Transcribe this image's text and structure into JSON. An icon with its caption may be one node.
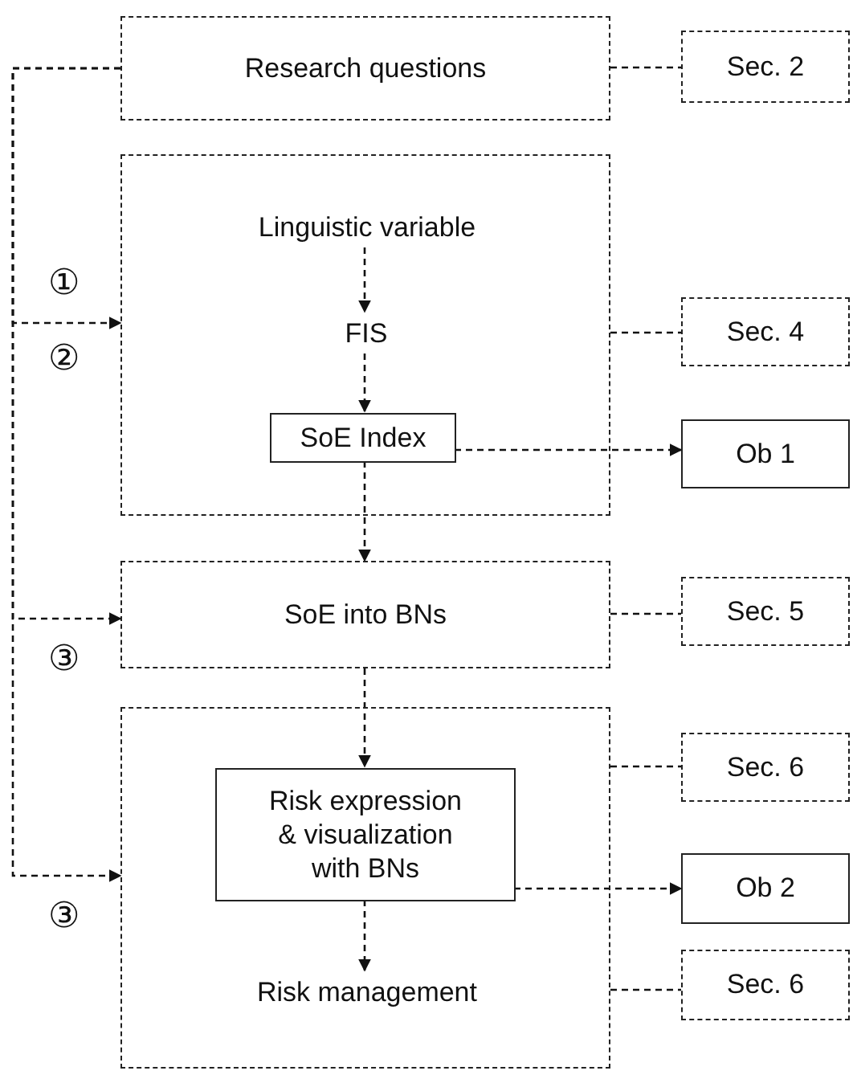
{
  "diagram": {
    "nodes": [
      {
        "text": [
          "Research questions"
        ]
      },
      {
        "text": [],
        "shape": "box"
      },
      {
        "text": [
          "Linguistic variable"
        ],
        "in": 1
      },
      {
        "text": [
          "FIS"
        ],
        "in": 1
      },
      {
        "text": [
          "SoE Index"
        ],
        "in": 1
      },
      {
        "text": [
          "SoE into BNs"
        ]
      },
      {
        "text": [],
        "shape": "box"
      },
      {
        "text": [
          "Risk expression & visualization with BNs"
        ],
        "in": 6
      },
      {
        "text": [
          "Risk management"
        ],
        "in": 6
      },
      {
        "text": [
          "Sec. 2"
        ]
      },
      {
        "text": [
          "Sec. 4"
        ]
      },
      {
        "text": [
          "Ob 1"
        ]
      },
      {
        "text": [
          "Sec. 5"
        ]
      },
      {
        "text": [
          "Sec. 6"
        ]
      },
      {
        "text": [
          "Ob 2"
        ]
      },
      {
        "text": [
          "Sec. 6"
        ]
      }
    ],
    "edges": [
      {
        "from": 0,
        "to": 1,
        "arrow": "to",
        "style": "dashed"
      },
      {
        "from": 0,
        "to": 5,
        "arrow": "to",
        "style": "dashed"
      },
      {
        "from": 0,
        "to": 6,
        "arrow": "to",
        "style": "dashed"
      },
      {
        "from": 2,
        "to": 3,
        "arrow": "to",
        "style": "dashed"
      },
      {
        "from": 3,
        "to": 4,
        "arrow": "to",
        "style": "dashed"
      },
      {
        "from": 4,
        "to": 11,
        "arrow": "to",
        "style": "dashed"
      },
      {
        "from": 4,
        "to": 5,
        "arrow": "to",
        "style": "dashed"
      },
      {
        "from": 5,
        "to": 7,
        "arrow": "to",
        "style": "dashed"
      },
      {
        "from": 7,
        "to": 8,
        "arrow": "to",
        "style": "dashed"
      },
      {
        "from": 7,
        "to": 14,
        "arrow": "to",
        "style": "dashed"
      },
      {
        "from": 0,
        "to": 9,
        "arrow": "none",
        "style": "dashed"
      },
      {
        "from": 1,
        "to": 10,
        "arrow": "none",
        "style": "dashed"
      },
      {
        "from": 5,
        "to": 12,
        "arrow": "none",
        "style": "dashed"
      },
      {
        "from": 6,
        "to": 13,
        "arrow": "none",
        "style": "dashed"
      },
      {
        "from": 6,
        "to": 15,
        "arrow": "none",
        "style": "dashed"
      }
    ],
    "labels": [
      "①",
      "②",
      "③",
      "③"
    ]
  }
}
